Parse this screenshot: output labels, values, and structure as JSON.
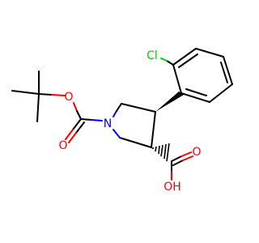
{
  "molecule": {
    "colors": {
      "bond": "#000000",
      "oxygen": "#ff0000",
      "nitrogen": "#0000ff",
      "chlorine": "#00cc00"
    },
    "atoms": {
      "o_ester": "O",
      "n_ring": "N",
      "o_carbonyl_boc": "O",
      "cl": "Cl",
      "o_carbonyl_acid": "O",
      "oh": "OH"
    }
  }
}
